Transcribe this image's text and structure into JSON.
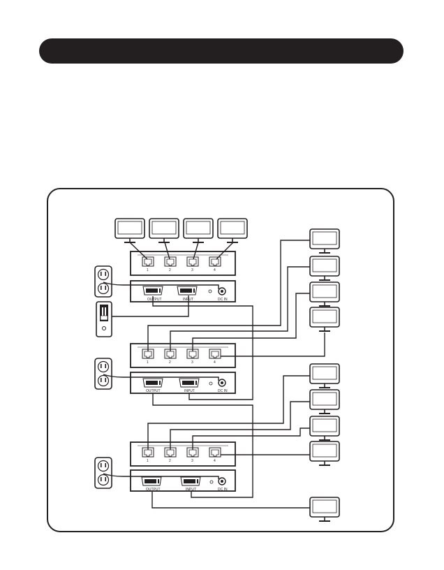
{
  "header": {
    "title": ""
  },
  "body_text": "",
  "colors": {
    "ink": "#231f20",
    "panel_bg": "#ffffff",
    "header_bg": "#231f20"
  },
  "diagram": {
    "port_numbers": [
      "1",
      "2",
      "3",
      "4"
    ],
    "labels": {
      "output": "OUTPUT",
      "input": "INPUT",
      "power": "DC IN"
    },
    "icons": [
      "monitor-icon",
      "power-outlet-icon",
      "dvi-source-device-icon",
      "rj45-port-icon",
      "dvi-port-icon"
    ]
  }
}
